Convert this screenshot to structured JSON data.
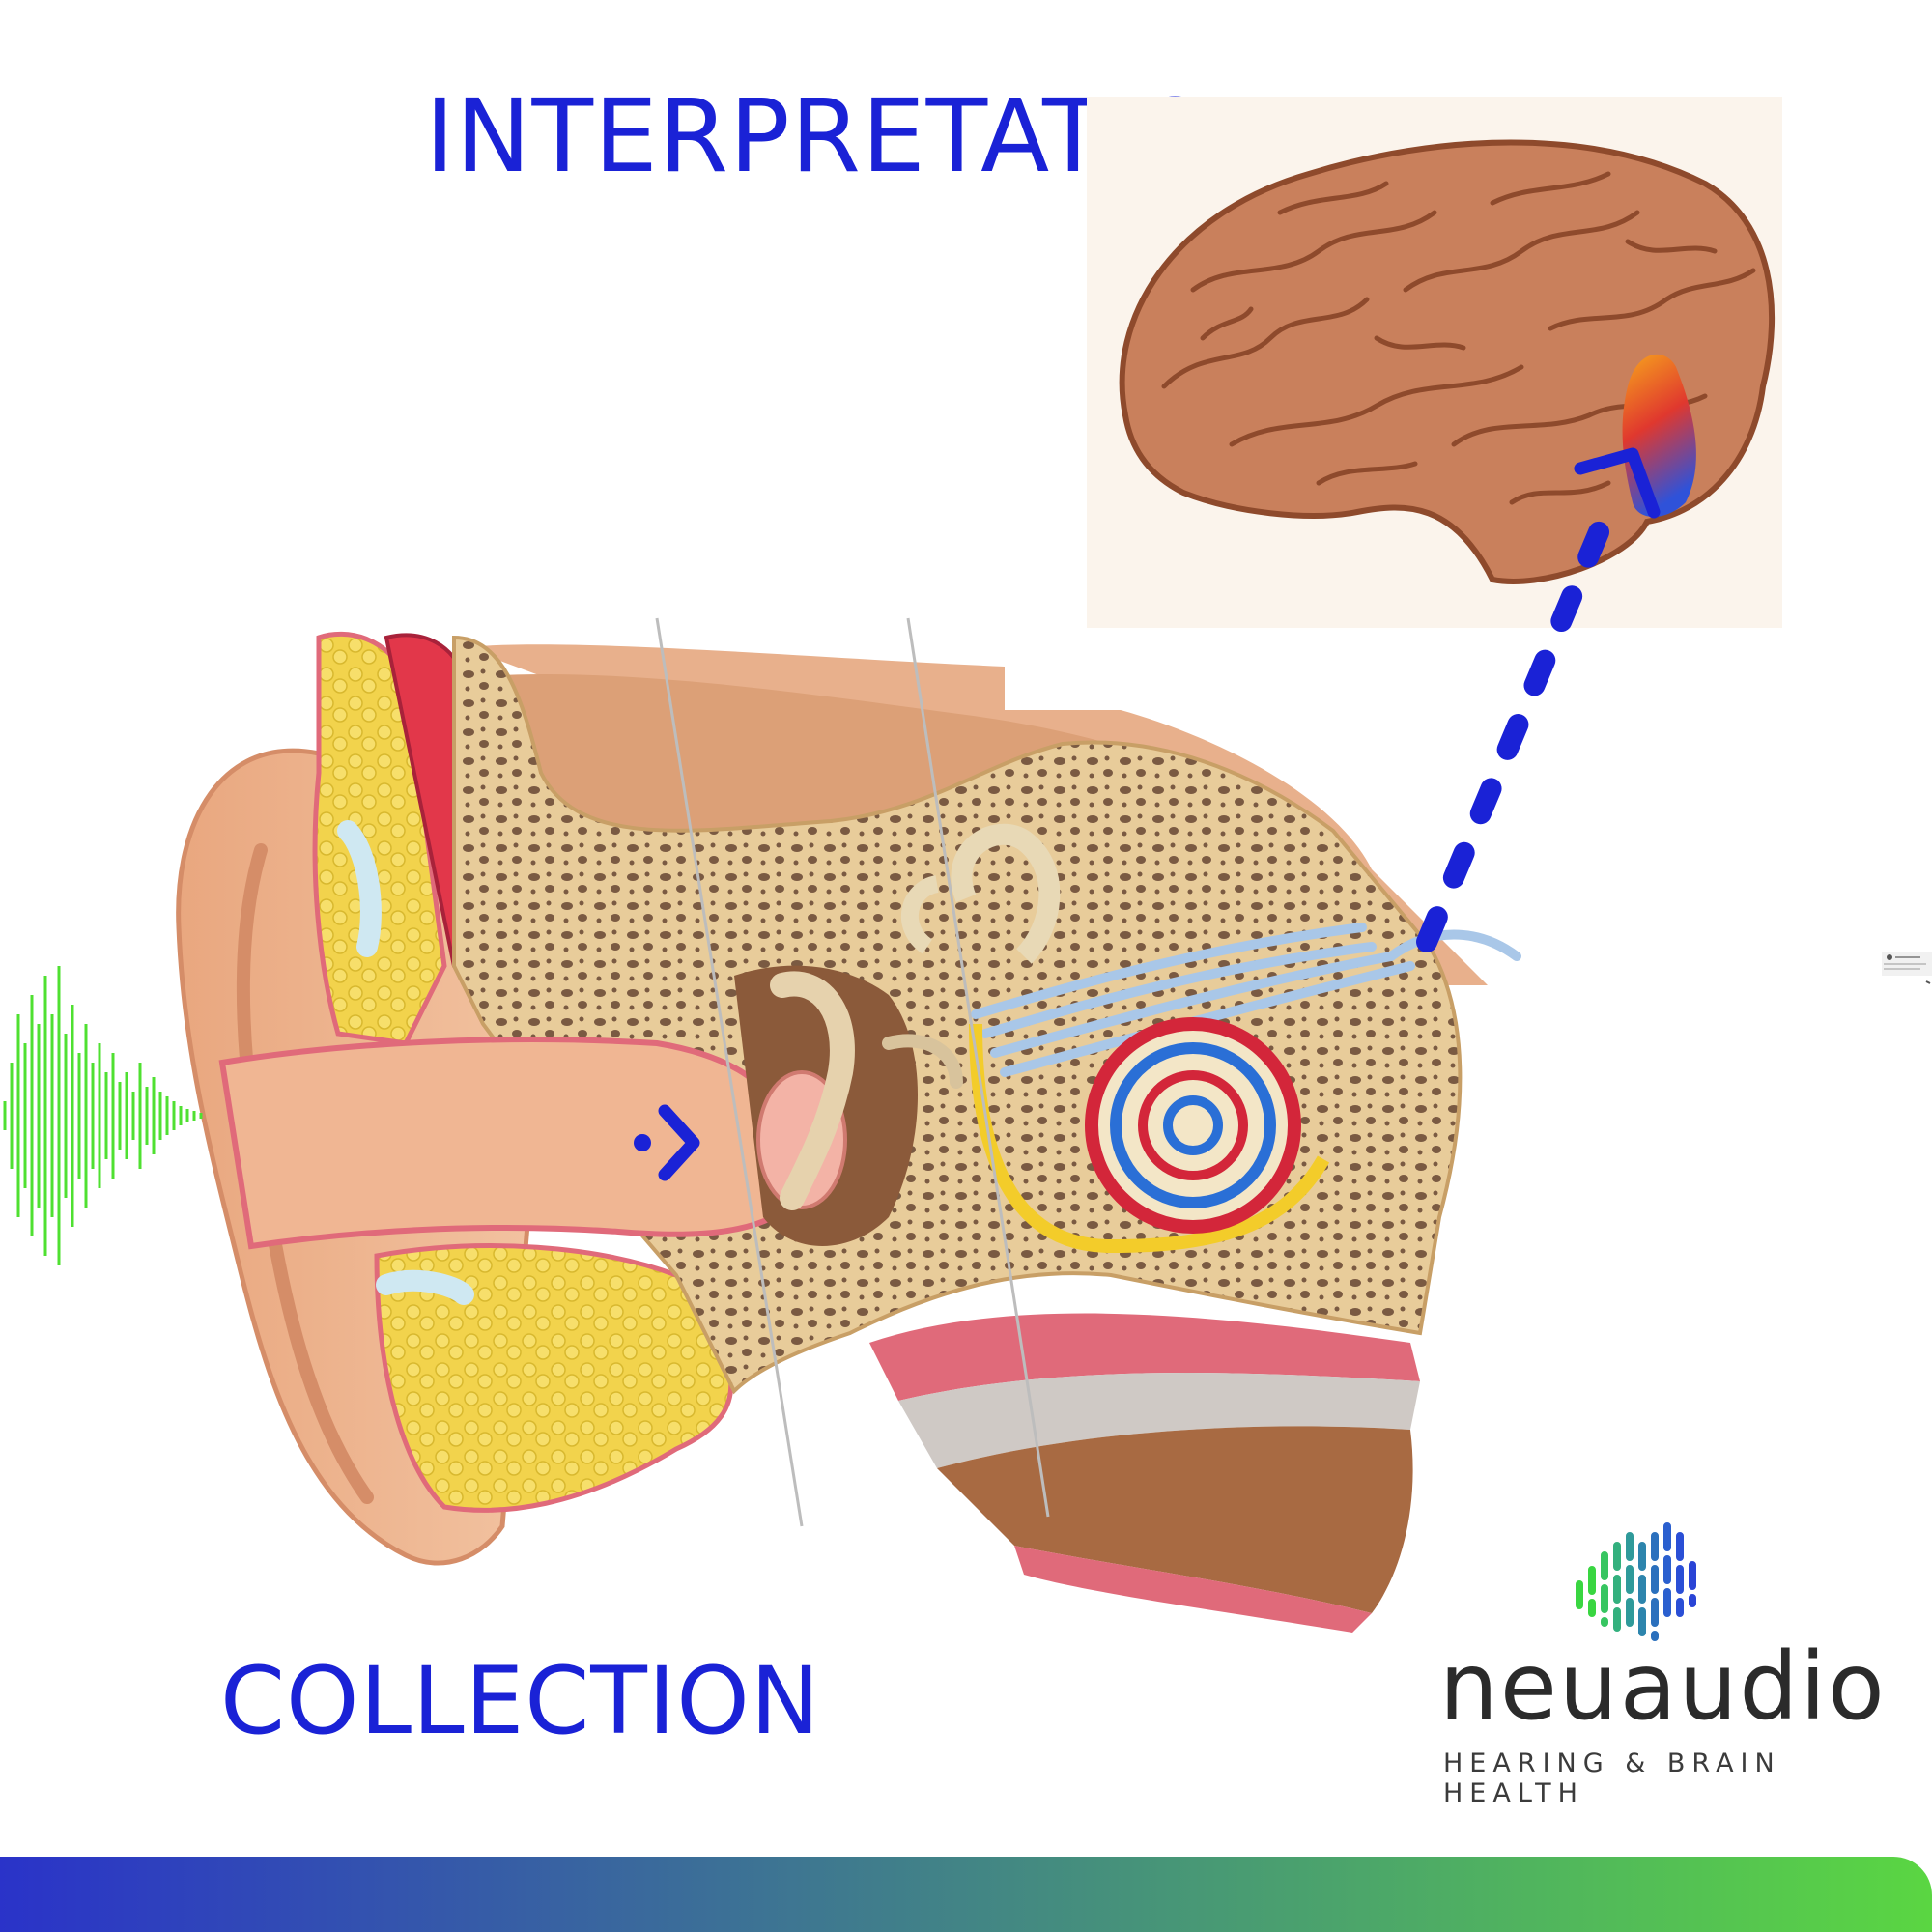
{
  "labels": {
    "interpretation": "INTERPRETATION",
    "collection": "COLLECTION"
  },
  "logo": {
    "name_part1": "neu",
    "name_part2": "audio",
    "tagline": "HEARING & BRAIN HEALTH"
  },
  "colors": {
    "label_blue": "#1a22d6",
    "wave_green": "#4fe031",
    "bar_start": "#2a33c9",
    "bar_end": "#5ad642",
    "brain": "#c9805c",
    "hotspot_red": "#e0382e",
    "hotspot_blue": "#2f52d9"
  },
  "icons": {
    "sound_wave": "sound-wave-icon",
    "logo_mark": "audio-bars-icon",
    "arrow": "chevron-right-icon"
  }
}
